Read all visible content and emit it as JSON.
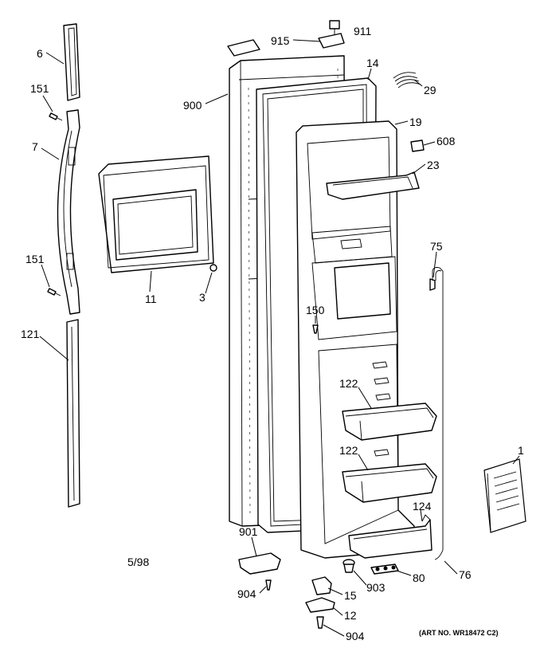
{
  "callouts": {
    "p6": "6",
    "p151a": "151",
    "p7": "7",
    "p151b": "151",
    "p121": "121",
    "p11": "11",
    "p3": "3",
    "p900": "900",
    "p915": "915",
    "p911": "911",
    "p14": "14",
    "p29": "29",
    "p19": "19",
    "p608": "608",
    "p23": "23",
    "p75": "75",
    "p150": "150",
    "p122a": "122",
    "p122b": "122",
    "p124": "124",
    "p1": "1",
    "p901": "901",
    "p904a": "904",
    "p15": "15",
    "p903": "903",
    "p80": "80",
    "p76": "76",
    "p12": "12",
    "p904b": "904"
  },
  "date_code": "5/98",
  "art_number": "(ART NO. WR18472 C2)"
}
